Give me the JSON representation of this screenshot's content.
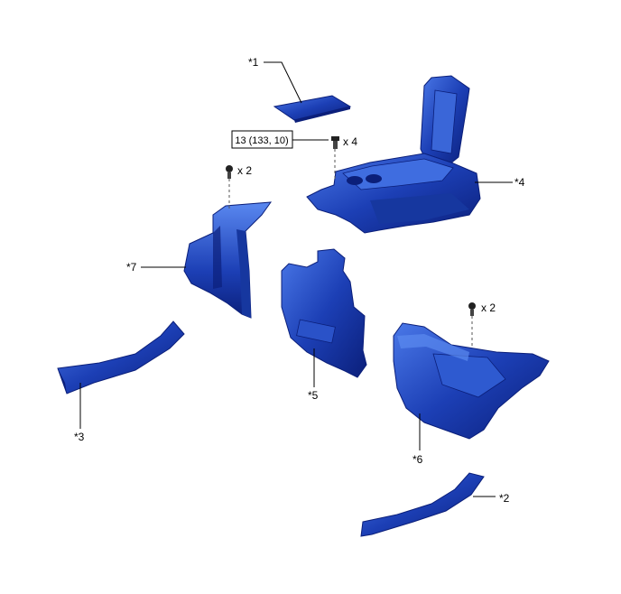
{
  "parts": [
    {
      "id": "p1",
      "label": "*1"
    },
    {
      "id": "p2",
      "label": "*2"
    },
    {
      "id": "p3",
      "label": "*3"
    },
    {
      "id": "p4",
      "label": "*4"
    },
    {
      "id": "p5",
      "label": "*5"
    },
    {
      "id": "p6",
      "label": "*6"
    },
    {
      "id": "p7",
      "label": "*7"
    }
  ],
  "torque_spec": "13 (133, 10)",
  "fastener_counts": {
    "bolt_console": "x 4",
    "clip_left": "x 2",
    "clip_right": "x 2"
  },
  "colors": {
    "part_fill": "#1c3fb5",
    "part_dark": "#0b1f7a",
    "part_light": "#4a78e8",
    "line": "#000000"
  }
}
